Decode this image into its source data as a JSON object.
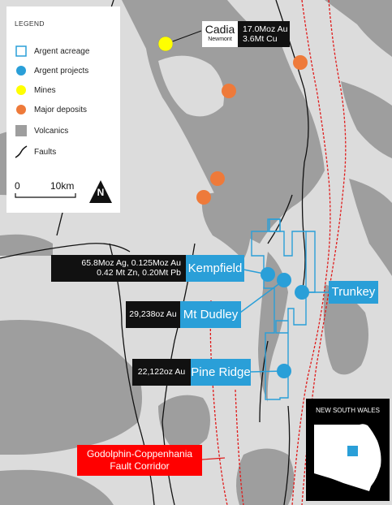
{
  "legend": {
    "title": "LEGEND",
    "items": [
      {
        "label": "Argent acreage",
        "icon": "acreage-square-icon",
        "color": "#2a9fd8"
      },
      {
        "label": "Argent projects",
        "icon": "project-dot-icon",
        "color": "#2a9fd8"
      },
      {
        "label": "Mines",
        "icon": "mine-dot-icon",
        "color": "#ffff00"
      },
      {
        "label": "Major deposits",
        "icon": "deposit-dot-icon",
        "color": "#ee7a3a"
      },
      {
        "label": "Volcanics",
        "icon": "volcanics-square-icon",
        "color": "#9e9e9e"
      },
      {
        "label": "Faults",
        "icon": "fault-line-icon",
        "color": "#111111"
      }
    ],
    "scale_start": "0",
    "scale_end": "10km",
    "north": "N"
  },
  "callouts": {
    "cadia": {
      "name": "Cadia",
      "operator": "Newmont",
      "line1": "17.0Moz Au",
      "line2": "3.6Mt Cu"
    },
    "kempfield": {
      "name": "Kempfield",
      "line1": "65.8Moz Ag, 0.125Moz Au",
      "line2": "0.42 Mt Zn, 0.20Mt Pb"
    },
    "mt_dudley": {
      "name": "Mt Dudley",
      "resource": "29,238oz Au"
    },
    "pine_ridge": {
      "name": "Pine Ridge",
      "resource": "22,122oz Au"
    },
    "trunkey": {
      "name": "Trunkey"
    }
  },
  "corridor": {
    "line1": "Godolphin-Coppenhania",
    "line2": "Fault Corridor"
  },
  "inset": {
    "title": "NEW SOUTH WALES"
  },
  "colors": {
    "project": "#2a9fd8",
    "mine": "#ffff00",
    "deposit": "#ee7a3a",
    "volcanics": "#9e9e9e",
    "background": "#dcdcdc",
    "corridor_label": "#ff0000"
  }
}
